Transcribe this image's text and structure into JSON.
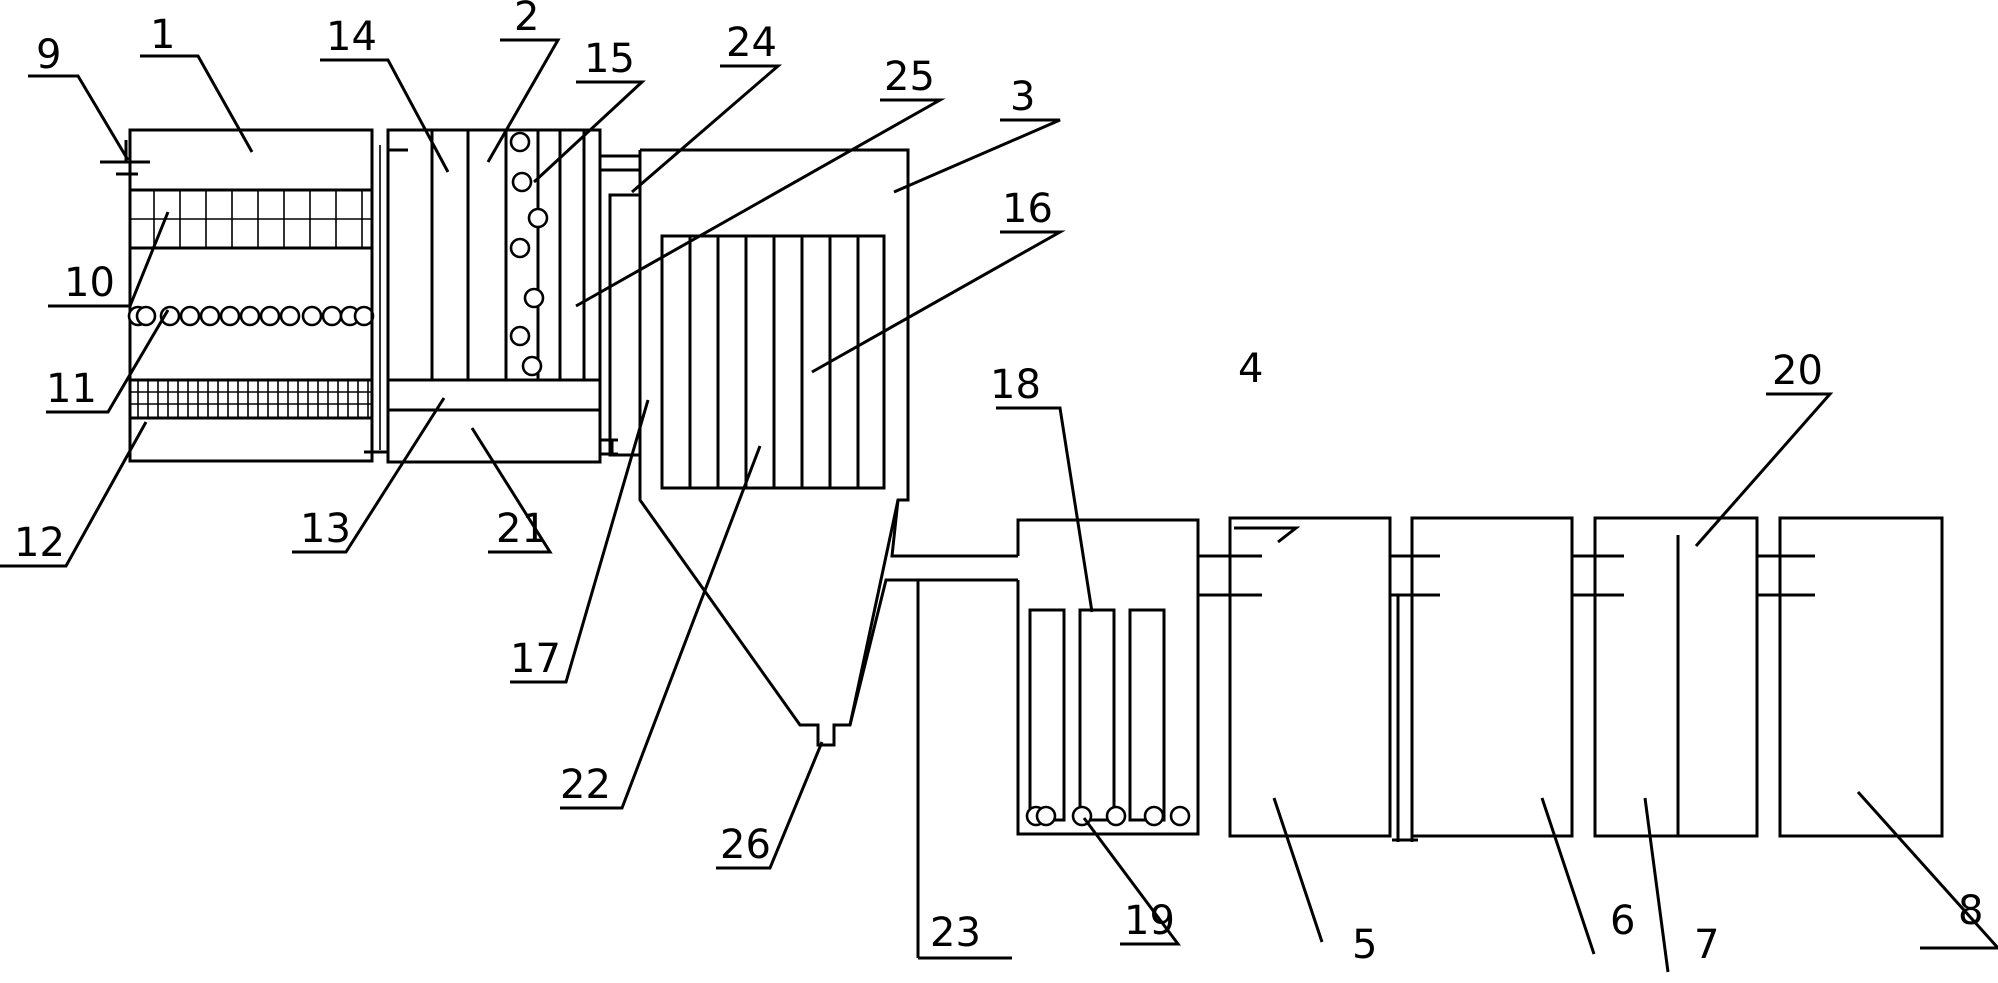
{
  "callouts": [
    "1",
    "2",
    "3",
    "4",
    "5",
    "6",
    "7",
    "8",
    "9",
    "10",
    "11",
    "12",
    "13",
    "14",
    "15",
    "16",
    "17",
    "18",
    "19",
    "20",
    "21",
    "22",
    "23",
    "24",
    "25",
    "26"
  ],
  "colors": {
    "line": "#000000",
    "background": "#ffffff"
  }
}
